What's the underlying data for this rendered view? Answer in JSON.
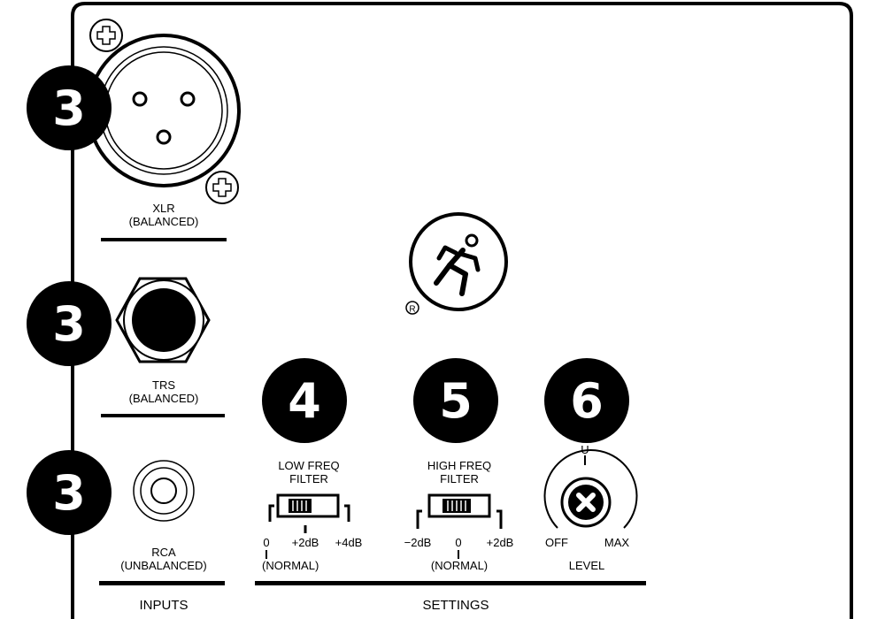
{
  "callouts": {
    "xlr": "3",
    "trs": "3",
    "rca": "3",
    "low_freq": "4",
    "high_freq": "5",
    "level": "6"
  },
  "inputs": {
    "xlr": {
      "line1": "XLR",
      "line2": "(BALANCED)"
    },
    "trs": {
      "line1": "TRS",
      "line2": "(BALANCED)"
    },
    "rca": {
      "line1": "RCA",
      "line2": "(UNBALANCED)"
    },
    "section_label": "INPUTS"
  },
  "settings": {
    "low_freq": {
      "line1": "LOW FREQ",
      "line2": "FILTER",
      "tick_left": "0",
      "tick_mid": "+2dB",
      "tick_right": "+4dB",
      "note": "(NORMAL)"
    },
    "high_freq": {
      "line1": "HIGH FREQ",
      "line2": "FILTER",
      "tick_left": "−2dB",
      "tick_mid": "0",
      "tick_right": "+2dB",
      "note": "(NORMAL)"
    },
    "level": {
      "top": "U",
      "min": "OFF",
      "max": "MAX",
      "label": "LEVEL"
    },
    "section_label": "SETTINGS"
  },
  "logo": {
    "registered": "R",
    "icon": "running-man-icon"
  }
}
